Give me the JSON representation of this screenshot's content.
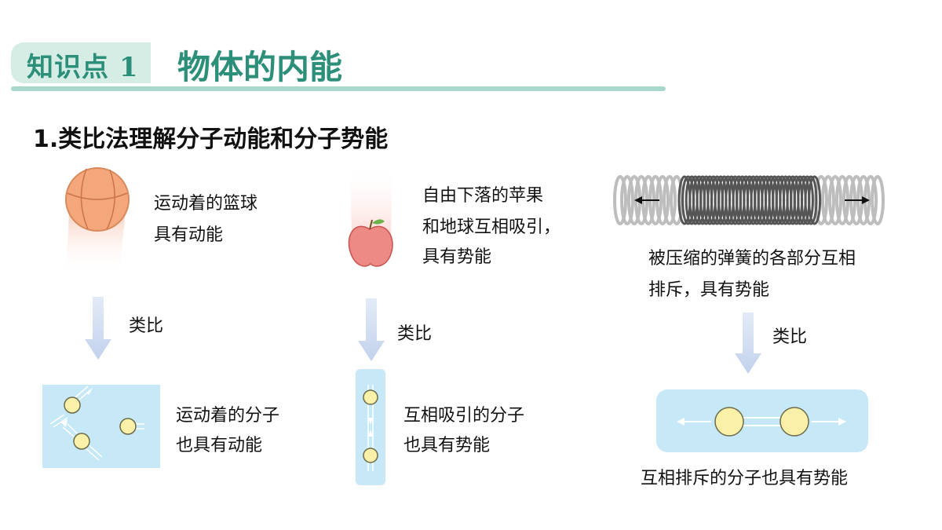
{
  "header": {
    "knowledge_point_label": "知识点 1",
    "title": "物体的内能"
  },
  "section": {
    "title": "1.类比法理解分子动能和分子势能"
  },
  "columns": [
    {
      "macro_line1": "运动着的篮球",
      "macro_line2": "具有动能",
      "analogy": "类比",
      "micro_line1": "运动着的分子",
      "micro_line2": "也具有动能"
    },
    {
      "macro_line1": "自由下落的苹果",
      "macro_line2": "和地球互相吸引，",
      "macro_line3": "具有势能",
      "analogy": "类比",
      "micro_line1": "互相吸引的分子",
      "micro_line2": "也具有势能"
    },
    {
      "macro_line1": "被压缩的弹簧的各部分互相",
      "macro_line2": "排斥，具有势能",
      "analogy": "类比",
      "micro_line1": "互相排斥的分子也具有势能"
    }
  ],
  "colors": {
    "accent": "#2c8f7a",
    "tab_bg": "#d6ede6",
    "rule": "#a8d8cc",
    "panel": "#c7e8f7",
    "molecule": "#fbf0a8",
    "arrow": "#cfdcf0"
  }
}
